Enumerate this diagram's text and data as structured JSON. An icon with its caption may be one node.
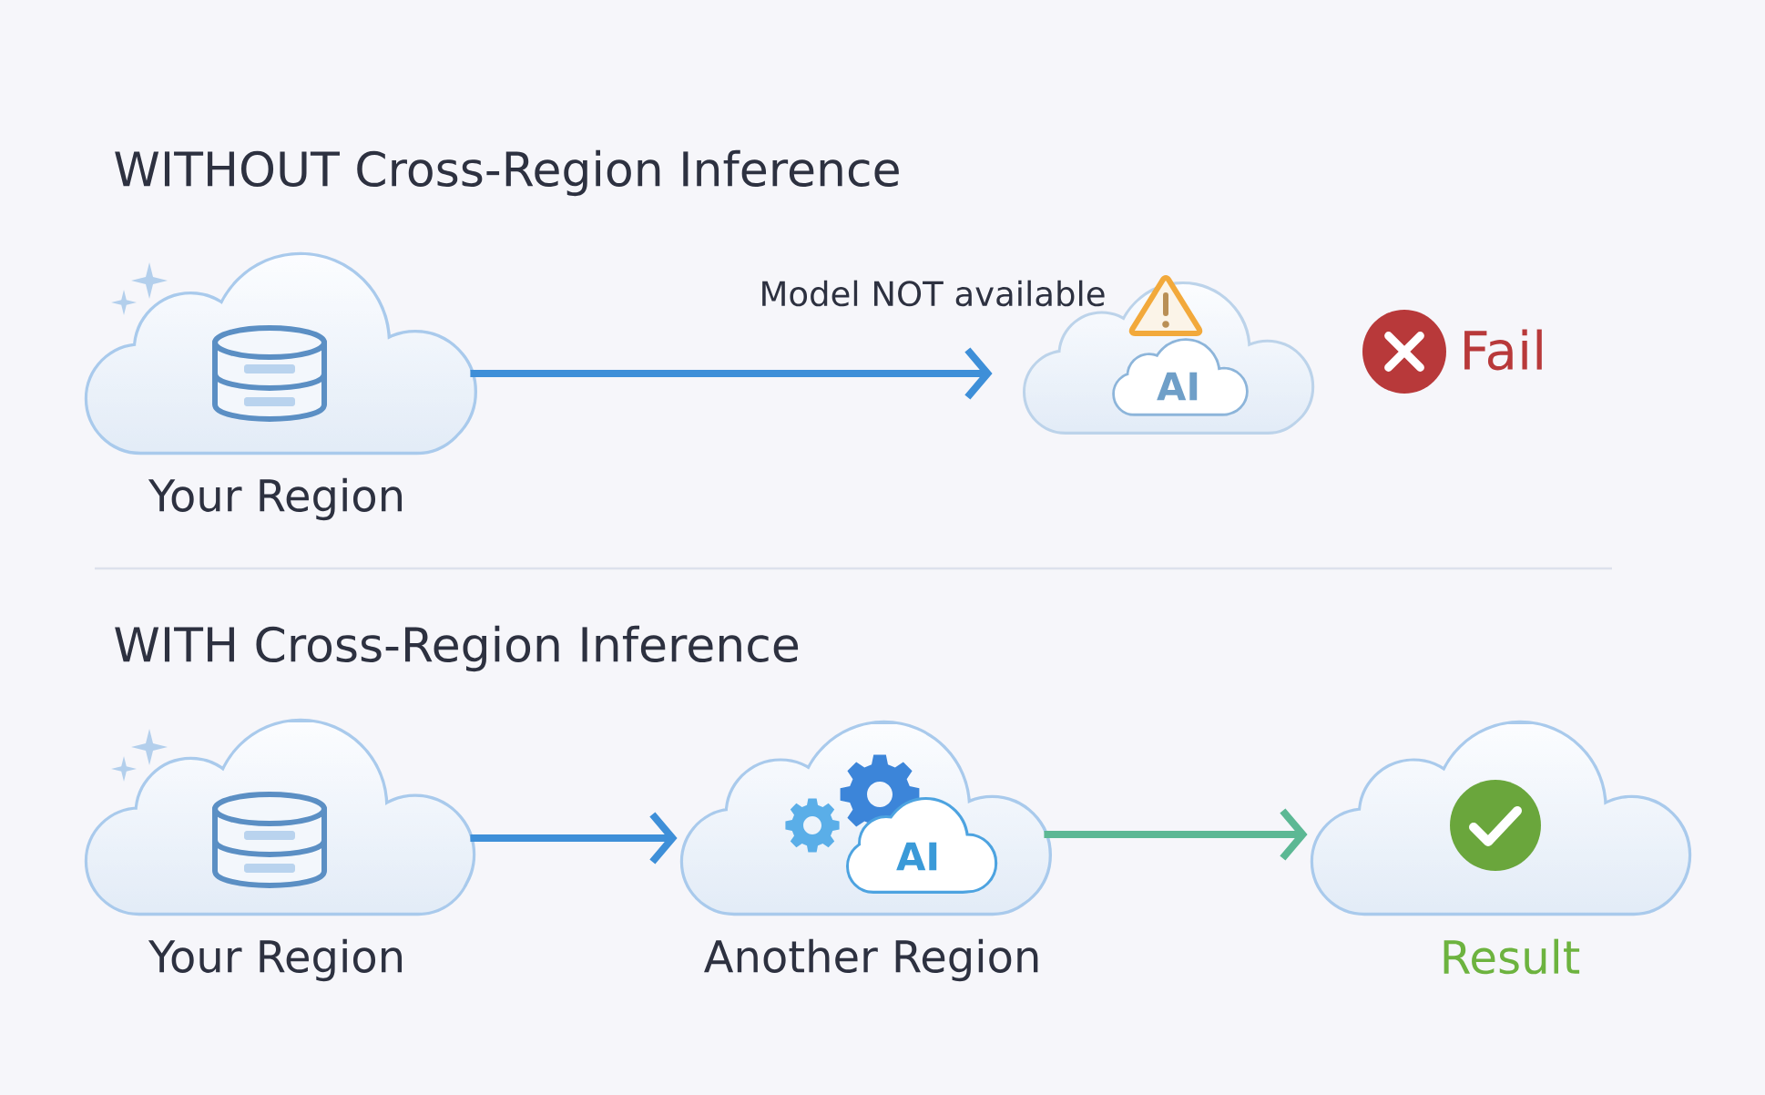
{
  "diagram": {
    "nodes": [
      {
        "text": [
          "Your Region"
        ]
      },
      {
        "text": [],
        "shape": "cloud"
      },
      {
        "text": [
          "AI"
        ],
        "in": 1
      },
      {
        "text": [
          "Your Region"
        ]
      },
      {
        "text": [
          "Another Region"
        ]
      },
      {
        "text": [
          "AI"
        ],
        "in": 4
      },
      {
        "text": [
          "Result"
        ]
      }
    ],
    "edges": [
      {
        "from": 0,
        "to": 1,
        "arrow": "to",
        "label": "Model NOT available"
      },
      {
        "from": 3,
        "to": 4,
        "arrow": "to"
      },
      {
        "from": 4,
        "to": 6,
        "arrow": "to",
        "color": "#5cb894"
      }
    ],
    "labels": [
      "WITHOUT Cross-Region Inference",
      "Fail",
      "WITH Cross-Region Inference"
    ]
  }
}
